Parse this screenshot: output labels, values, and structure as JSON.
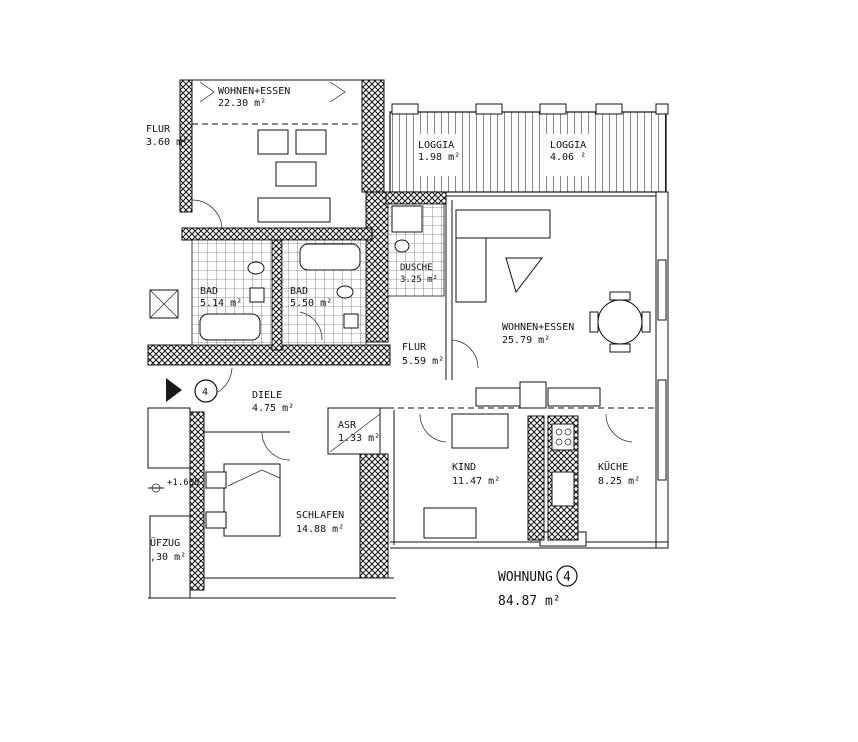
{
  "plan": {
    "apartment_name": "WOHNUNG",
    "apartment_number": "4",
    "apartment_area": "84.87 m²",
    "entrance_number": "4",
    "elevation_mark": "+1.605",
    "rooms": [
      {
        "id": "wohnen_essen_top",
        "name": "WOHNEN+ESSEN",
        "area": "22.30 m²"
      },
      {
        "id": "flur_left",
        "name": "FLUR",
        "area": "3.60 m²"
      },
      {
        "id": "loggia_1",
        "name": "LOGGIA",
        "area": "1.98 m²"
      },
      {
        "id": "loggia_2",
        "name": "LOGGIA",
        "area": "4.06 ²"
      },
      {
        "id": "bad_1",
        "name": "BAD",
        "area": "5.14 m²"
      },
      {
        "id": "bad_2",
        "name": "BAD",
        "area": "5.50 m²"
      },
      {
        "id": "dusche",
        "name": "DUSCHE",
        "area": "3.25 m²"
      },
      {
        "id": "wohnen_essen_main",
        "name": "WOHNEN+ESSEN",
        "area": "25.79 m²"
      },
      {
        "id": "flur_main",
        "name": "FLUR",
        "area": "5.59 m²"
      },
      {
        "id": "diele",
        "name": "DIELE",
        "area": "4.75 m²"
      },
      {
        "id": "asr",
        "name": "ASR",
        "area": "1.33 m²"
      },
      {
        "id": "kind",
        "name": "KIND",
        "area": "11.47 m²"
      },
      {
        "id": "kuche",
        "name": "KÜCHE",
        "area": "8.25 m²"
      },
      {
        "id": "schlafen",
        "name": "SCHLAFEN",
        "area": "14.88 m²"
      },
      {
        "id": "aufzug",
        "name": "ÜFZUG",
        "area": ",30 m²"
      }
    ]
  }
}
